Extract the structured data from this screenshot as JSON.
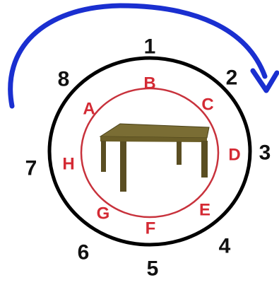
{
  "colors": {
    "outer_ring": "#000000",
    "inner_ring": "#c8323c",
    "inner_letters": "#d42a34",
    "rotation_arrow": "#1a2fd0",
    "table_top": "#7a6d34",
    "table_legs": "#5a4e22"
  },
  "outer_positions": [
    {
      "label": "1"
    },
    {
      "label": "2"
    },
    {
      "label": "3"
    },
    {
      "label": "4"
    },
    {
      "label": "5"
    },
    {
      "label": "6"
    },
    {
      "label": "7"
    },
    {
      "label": "8"
    }
  ],
  "inner_positions": [
    {
      "label": "B"
    },
    {
      "label": "C"
    },
    {
      "label": "D"
    },
    {
      "label": "E"
    },
    {
      "label": "F"
    },
    {
      "label": "G"
    },
    {
      "label": "H"
    },
    {
      "label": "A"
    }
  ],
  "rotation": {
    "direction": "clockwise"
  },
  "center_object": {
    "icon": "table-icon"
  }
}
